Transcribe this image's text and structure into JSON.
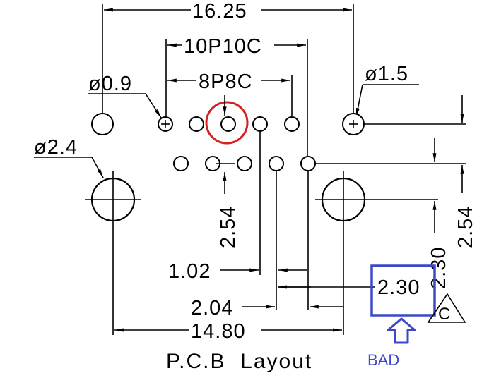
{
  "drawing": {
    "title": "P.C.B  Layout",
    "dimensions": {
      "overall_width": "16.25",
      "connector_10p10c": "10P10C",
      "connector_8p8c": "8P8C",
      "small_hole_dia": "ø0.9",
      "guide_hole_dia": "ø1.5",
      "mount_hole_dia": "ø2.4",
      "row_pitch_left": "2.54",
      "row_pitch_right": "2.54",
      "side_offset_rotated": "2.30",
      "pin_offset": "1.02",
      "pin_pitch": "2.04",
      "mount_spacing": "14.80"
    },
    "revision_marker": "C",
    "annotation": {
      "highlighted_value": "2.30",
      "label": "BAD",
      "box_color": "#3b49c8",
      "circle_color": "#d42020"
    }
  }
}
